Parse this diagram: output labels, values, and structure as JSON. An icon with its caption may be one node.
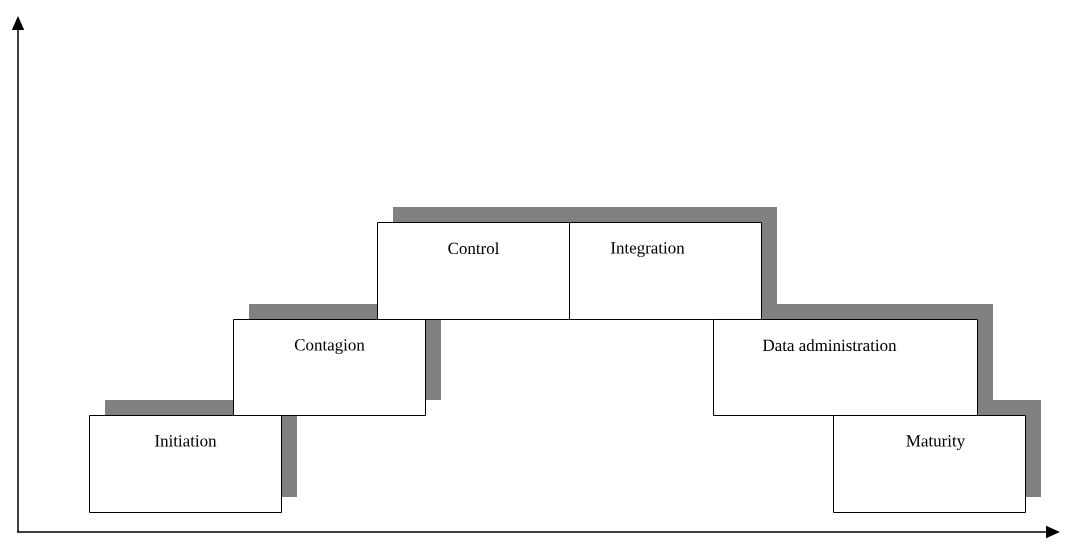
{
  "diagram": {
    "nodes": [
      {
        "text": [
          "Initiation"
        ]
      },
      {
        "text": [
          "Contagion"
        ]
      },
      {
        "text": [
          "Control"
        ]
      },
      {
        "text": [
          "Integration"
        ]
      },
      {
        "text": [
          "Data administration"
        ]
      },
      {
        "text": [
          "Maturity"
        ]
      }
    ]
  }
}
